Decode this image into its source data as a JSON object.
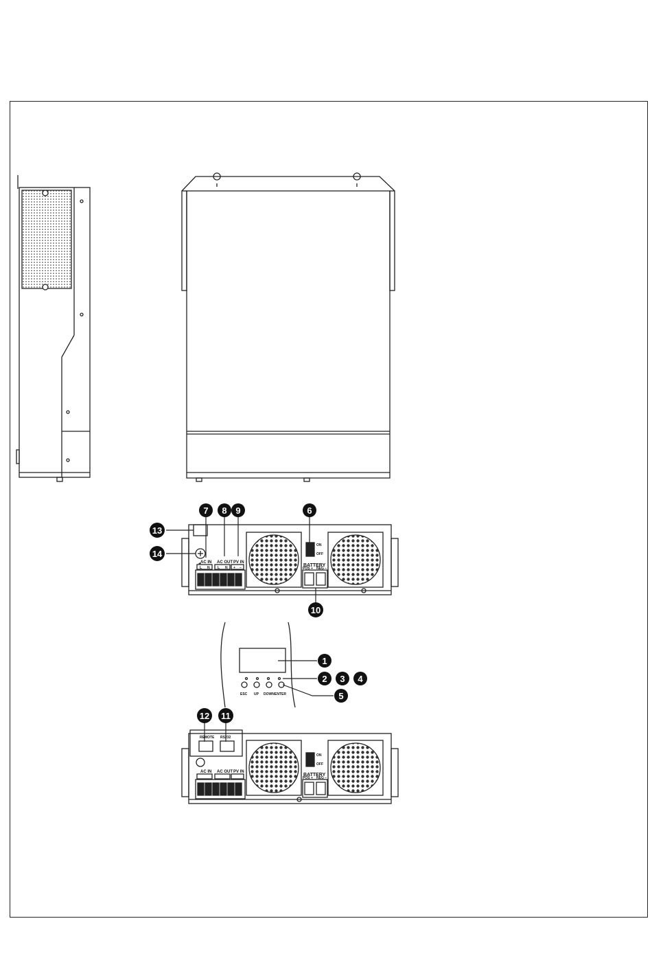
{
  "labels": {
    "ac_in": "AC IN",
    "ac_out": "AC OUT",
    "pv_in": "PV IN",
    "battery": "BATTERY",
    "pos": "POS +",
    "neg": "NEG −",
    "on": "ON",
    "off": "OFF",
    "l": "L",
    "n": "N",
    "plus": "+",
    "minus": "−",
    "remote": "REMOTE",
    "rs232": "RS232",
    "btn_esc": "ESC",
    "btn_up": "UP",
    "btn_down": "DOWN",
    "btn_enter": "ENTER"
  },
  "callouts": {
    "c1": "1",
    "c2": "2",
    "c3": "3",
    "c4": "4",
    "c5": "5",
    "c6": "6",
    "c7": "7",
    "c8": "8",
    "c9": "9",
    "c10": "10",
    "c11": "11",
    "c12": "12",
    "c13": "13",
    "c14": "14"
  }
}
